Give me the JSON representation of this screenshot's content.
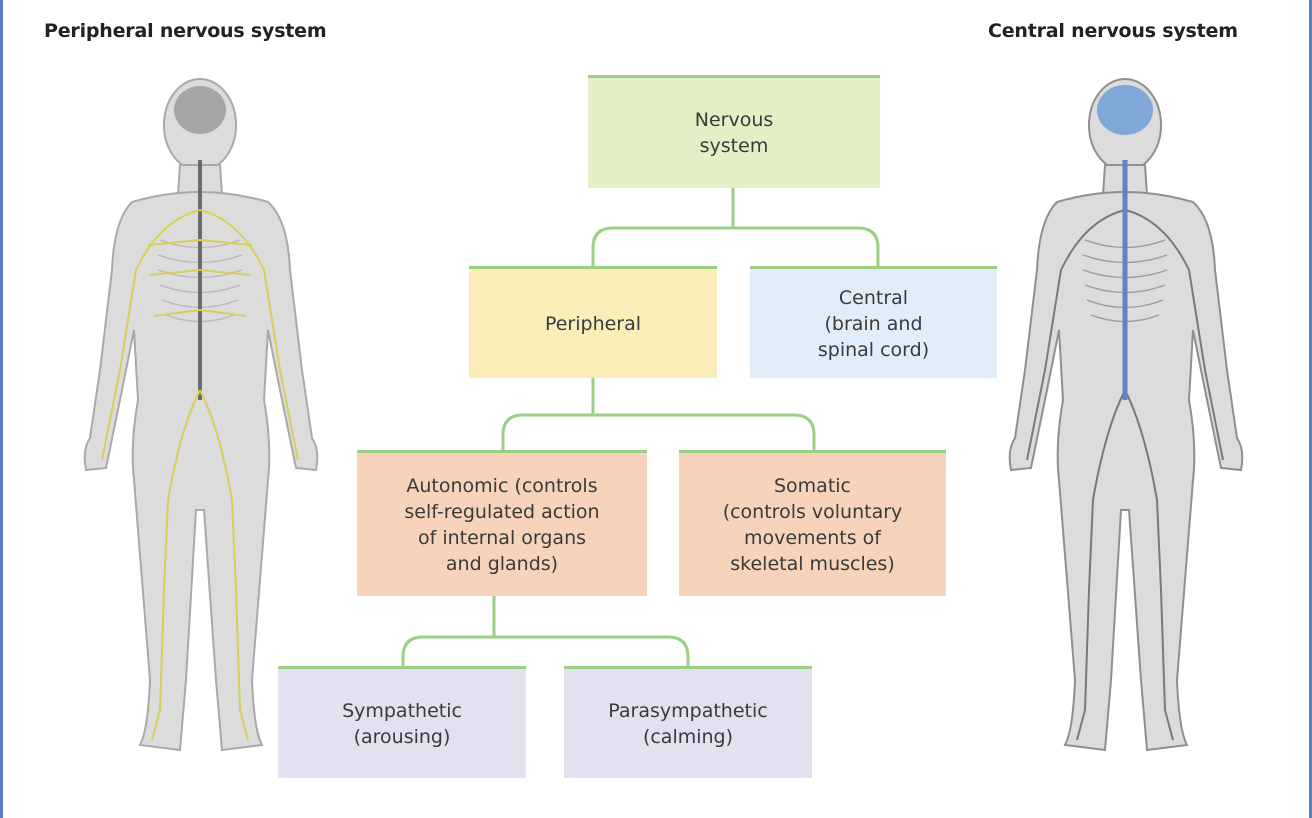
{
  "captions": {
    "left": "Peripheral nervous system",
    "right": "Central nervous system"
  },
  "boxes": {
    "nervous_system": "Nervous\nsystem",
    "peripheral": "Peripheral",
    "central": "Central\n(brain and\nspinal cord)",
    "autonomic": "Autonomic (controls\nself-regulated action\nof internal organs\nand glands)",
    "somatic": "Somatic\n(controls voluntary\nmovements of\nskeletal muscles)",
    "sympathetic": "Sympathetic\n(arousing)",
    "parasympathetic": "Parasympathetic\n(calming)"
  },
  "colors": {
    "connector": "#9ccf86",
    "nervous_system": "#e3efc4",
    "peripheral": "#fbedb8",
    "central": "#e0eef9",
    "autonomic": "#f7d3bb",
    "somatic": "#f7d3bb",
    "sympathetic": "#e3e0f0",
    "parasympathetic": "#e3e0f0",
    "peripheral_nerves": "#d8cf55",
    "central_nerves": "#5c86c4"
  }
}
